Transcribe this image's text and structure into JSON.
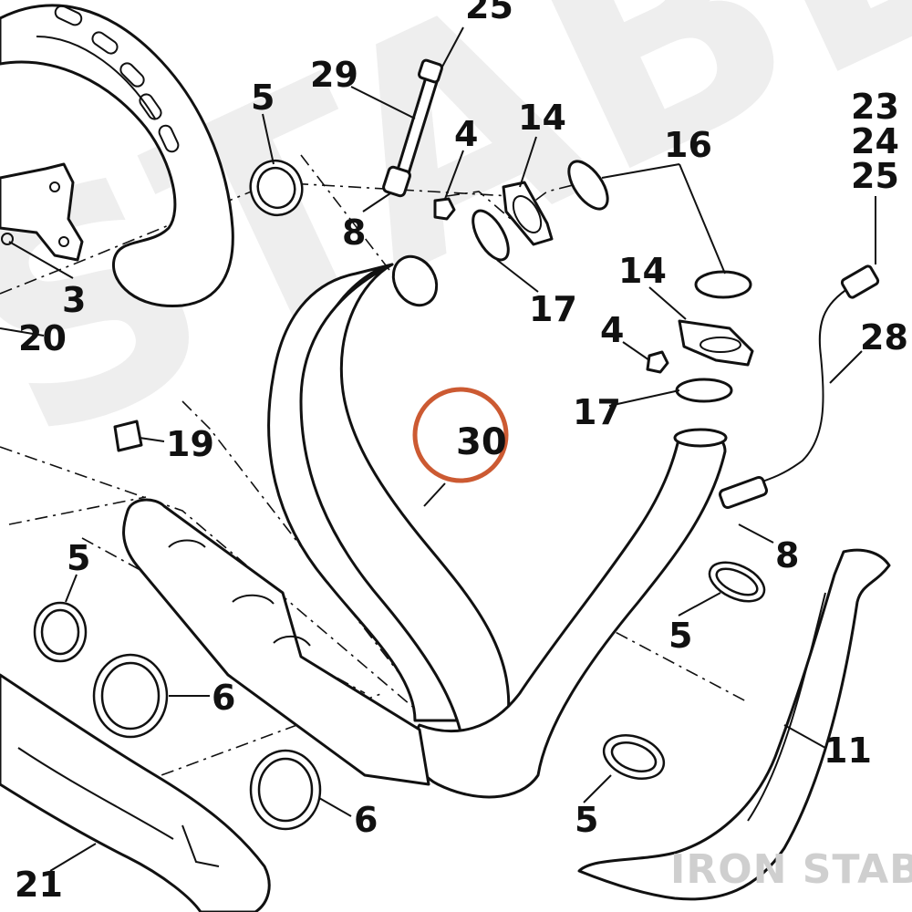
{
  "watermark": {
    "background_text": "STABLE",
    "corner_text": "IRON STABLE"
  },
  "highlight": {
    "color": "#cc5a32",
    "part_number": "30"
  },
  "callouts": {
    "c25_top": "25",
    "c29": "29",
    "c5_top": "5",
    "c4_top": "4",
    "c14_top": "14",
    "c16": "16",
    "c23": "23",
    "c24": "24",
    "c25_right": "25",
    "c8_top": "8",
    "c17_top": "17",
    "c3": "3",
    "c20": "20",
    "c14_mid": "14",
    "c4_mid": "4",
    "c28": "28",
    "c17_mid": "17",
    "c19": "19",
    "c8_right": "8",
    "c5_left": "5",
    "c5_right": "5",
    "c6_left": "6",
    "c11": "11",
    "c6_bottom": "6",
    "c5_bottom": "5",
    "c21": "21"
  }
}
